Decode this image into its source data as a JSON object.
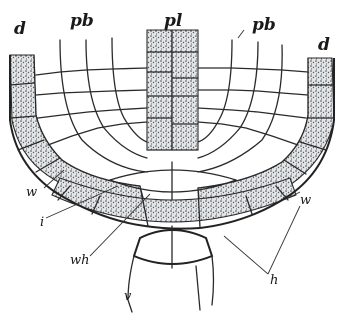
{
  "figure": {
    "labels": {
      "d_left": "d",
      "pb_left": "pb",
      "pl": "pl",
      "pb_right": "pb",
      "d_right": "d",
      "w_left": "w",
      "w_right": "w",
      "i": "i",
      "wh": "wh",
      "h": "h",
      "v": "v"
    },
    "colors": {
      "stipple_dark": "#3a3a3a",
      "stipple_bg": "#e6e8ea",
      "line": "#2a2a2a"
    }
  }
}
